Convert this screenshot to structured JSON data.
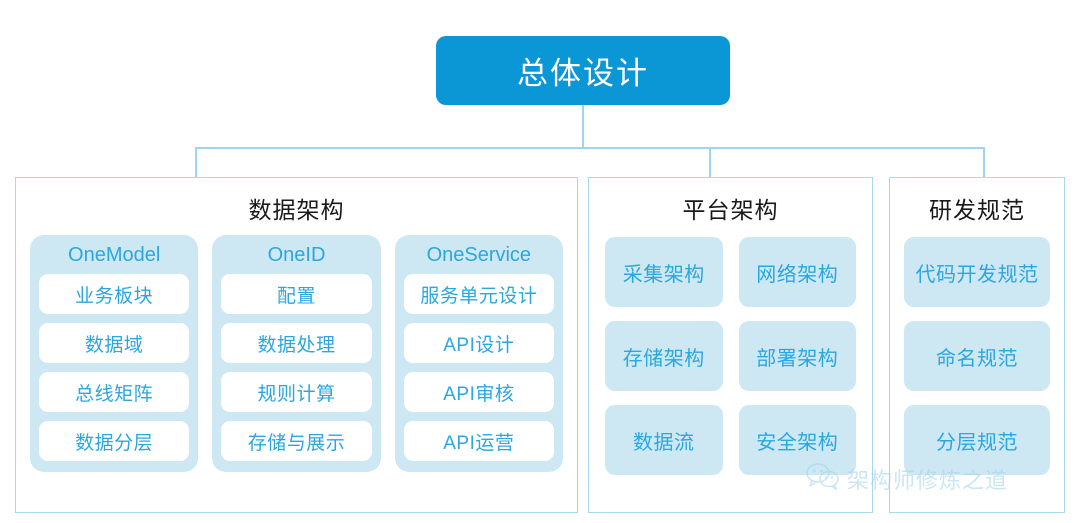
{
  "root": {
    "title": "总体设计"
  },
  "panels": [
    {
      "key": "data-architecture",
      "title": "数据架构",
      "groups": [
        {
          "title": "OneModel",
          "items": [
            "业务板块",
            "数据域",
            "总线矩阵",
            "数据分层"
          ]
        },
        {
          "title": "OneID",
          "items": [
            "配置",
            "数据处理",
            "规则计算",
            "存储与展示"
          ]
        },
        {
          "title": "OneService",
          "items": [
            "服务单元设计",
            "API设计",
            "API审核",
            "API运营"
          ]
        }
      ]
    },
    {
      "key": "platform-architecture",
      "title": "平台架构",
      "items": [
        "采集架构",
        "网络架构",
        "存储架构",
        "部署架构",
        "数据流",
        "安全架构"
      ]
    },
    {
      "key": "dev-specification",
      "title": "研发规范",
      "items": [
        "代码开发规范",
        "命名规范",
        "分层规范"
      ]
    }
  ],
  "watermark": {
    "icon": "wechat-icon",
    "text": "架构师修炼之道"
  },
  "colors": {
    "root_fill": "#0b96d5",
    "root_text": "#ffffff",
    "card_fill": "#cde8f2",
    "card_text": "#2ba7e0",
    "panel_border": "#a8d8ee",
    "connector": "#9ed4ee",
    "panel_title_text": "#1a1a1a",
    "watermark_text": "#9fd3e8"
  }
}
